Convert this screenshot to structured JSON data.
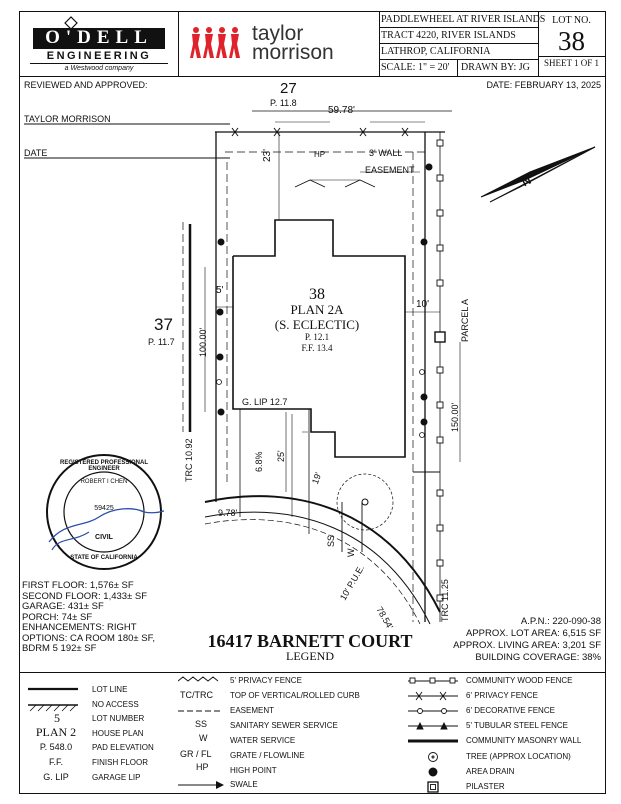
{
  "title_block": {
    "company_name": "O'DELL",
    "company_sub": "ENGINEERING",
    "company_tagline": "a Westwood company",
    "builder_name": "taylor morrison",
    "project_lines": [
      "PADDLEWHEEL AT RIVER ISLANDS",
      "TRACT 4220, RIVER ISLANDS",
      "LATHROP, CALIFORNIA"
    ],
    "scale": "SCALE:  1\" = 20'",
    "drawn_by": "DRAWN BY:  JG",
    "lot_label": "LOT NO.",
    "lot_number": "38",
    "sheet": "SHEET 1 OF 1"
  },
  "header": {
    "reviewed": "REVIEWED AND APPROVED:",
    "date": "DATE: FEBRUARY 13, 2025",
    "approver": "TAYLOR MORRISON",
    "date_line": "DATE"
  },
  "site": {
    "adj_lot_top": "27",
    "adj_lot_top_p": "P. 11.8",
    "top_dim": "59.78'",
    "adj_lot_left": "37",
    "adj_lot_left_p": "P. 11.7",
    "left_dim": "100.00'",
    "right_dim": "150.00'",
    "front_setback": "23'",
    "hp": "HP",
    "wall": "3' WALL",
    "easement": "EASEMENT",
    "side_setback_l": "5'",
    "side_setback_r": "10'",
    "parcel": "PARCEL A",
    "lot_num": "38",
    "plan": "PLAN 2A",
    "elevation": "(S. ECLECTIC)",
    "pad": "P. 12.1",
    "ff": "F.F. 13.4",
    "garage_lip": "G. LIP 12.7",
    "slope": "6.8%",
    "driveway": "25'",
    "dim_19": "19'",
    "trc_left": "TRC 10.92",
    "trc_right": "TRC 11.25",
    "arc_dim": "9.78'",
    "curve_dim": "78.54'",
    "pue": "10' P.U.E.",
    "ss": "SS",
    "w": "W",
    "north": "N"
  },
  "stamp": {
    "outer_text": "REGISTERED PROFESSIONAL ENGINEER",
    "name": "ROBERT I CHEN",
    "number": "59425",
    "discipline": "CIVIL",
    "state": "STATE OF CALIFORNIA"
  },
  "areas": {
    "lines": [
      "FIRST FLOOR: 1,576± SF",
      "SECOND FLOOR: 1,433± SF",
      "GARAGE: 431± SF",
      "PORCH: 74± SF",
      "ENHANCEMENTS: RIGHT",
      "OPTIONS: CA ROOM 180± SF,",
      "BDRM 5 192± SF"
    ]
  },
  "address": {
    "street": "16417 BARNETT COURT",
    "legend_title": "LEGEND"
  },
  "apn": {
    "lines": [
      "A.P.N.: 220-090-38",
      "APPROX. LOT AREA: 6,515 SF",
      "APPROX. LIVING AREA: 3,201 SF",
      "BUILDING COVERAGE: 38%"
    ]
  },
  "legend": {
    "lot_line": "LOT LINE",
    "no_access": "NO ACCESS",
    "lot_number_sym": "5",
    "lot_number": "LOT NUMBER",
    "plan_sym": "PLAN 2",
    "house_plan": "HOUSE PLAN",
    "pad_sym": "P. 548.0",
    "pad": "PAD ELEVATION",
    "ff_sym": "F.F.",
    "ff": "FINISH FLOOR",
    "glip_sym": "G. LIP",
    "glip": "GARAGE LIP",
    "privacy_fence_5": "5' PRIVACY FENCE",
    "tc_sym": "TC/TRC",
    "tc": "TOP OF VERTICAL/ROLLED CURB",
    "easement": "EASEMENT",
    "ss_sym": "SS",
    "ss": "SANITARY SEWER SERVICE",
    "w_sym": "W",
    "w": "WATER SERVICE",
    "gr_sym": "GR  /  FL",
    "gr": "GRATE / FLOWLINE",
    "hp_sym": "HP",
    "hp": "HIGH POINT",
    "swale": "SWALE",
    "wood_fence": "COMMUNITY WOOD FENCE",
    "privacy_fence_6": "6' PRIVACY FENCE",
    "decorative_fence": "6' DECORATIVE FENCE",
    "steel_fence": "5' TUBULAR STEEL FENCE",
    "masonry_wall": "COMMUNITY MASONRY WALL",
    "tree": "TREE (APPROX LOCATION)",
    "drain": "AREA DRAIN",
    "pilaster": "PILASTER"
  },
  "colors": {
    "brand_red": "#e0222b",
    "ink": "#111111"
  }
}
